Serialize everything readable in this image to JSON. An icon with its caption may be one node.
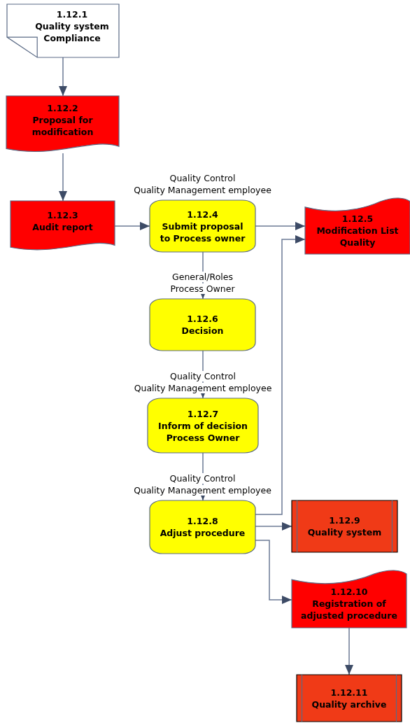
{
  "diagram": {
    "nodes": [
      {
        "text": [
          "1.12.1",
          "Quality system Compliance"
        ]
      },
      {
        "text": [
          "1.12.2",
          "Proposal for modification"
        ]
      },
      {
        "text": [
          "1.12.3",
          "Audit report"
        ]
      },
      {
        "text": [
          "1.12.4",
          "Submit proposal to Process owner"
        ],
        "beside": [
          "Quality Control",
          "Quality Management employee"
        ]
      },
      {
        "text": [
          "1.12.5",
          "Modification List Quality"
        ]
      },
      {
        "text": [
          "1.12.6",
          "Decision"
        ],
        "beside": [
          "General/Roles",
          "Process Owner"
        ]
      },
      {
        "text": [
          "1.12.7",
          "Inform of decision Process Owner"
        ],
        "beside": [
          "Quality Control",
          "Quality Management employee"
        ]
      },
      {
        "text": [
          "1.12.8",
          "Adjust procedure"
        ],
        "beside": [
          "Quality Control",
          "Quality Management employee"
        ]
      },
      {
        "text": [
          "1.12.9",
          "Quality system"
        ]
      },
      {
        "text": [
          "1.12.10",
          "Registration of adjusted procedure"
        ]
      },
      {
        "text": [
          "1.12.11",
          "Quality archive"
        ]
      }
    ],
    "edges": [
      {
        "from": 0,
        "to": 1,
        "arrow": "to"
      },
      {
        "from": 1,
        "to": 2,
        "arrow": "to"
      },
      {
        "from": 2,
        "to": 3,
        "arrow": "to"
      },
      {
        "from": 3,
        "to": 4,
        "arrow": "to"
      },
      {
        "from": 3,
        "to": 5,
        "arrow": "to"
      },
      {
        "from": 5,
        "to": 6,
        "arrow": "to"
      },
      {
        "from": 6,
        "to": 7,
        "arrow": "to"
      },
      {
        "from": 7,
        "to": 4,
        "arrow": "to"
      },
      {
        "from": 7,
        "to": 8,
        "arrow": "to"
      },
      {
        "from": 7,
        "to": 9,
        "arrow": "to"
      },
      {
        "from": 9,
        "to": 10,
        "arrow": "to"
      }
    ]
  }
}
